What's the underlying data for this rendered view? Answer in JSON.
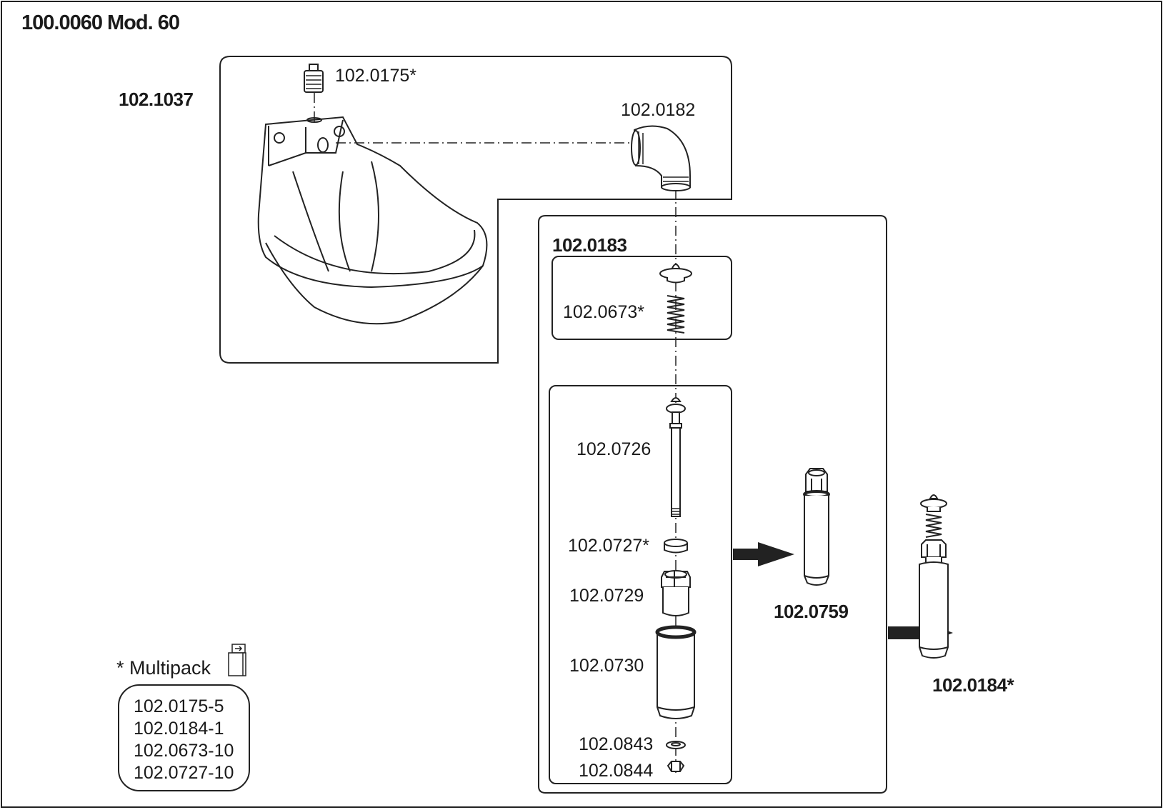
{
  "title": "100.0060 Mod. 60",
  "parts": {
    "bowl": "102.1037",
    "plug": "102.0175*",
    "elbow": "102.0182",
    "valve_assembly": "102.0183",
    "valve_spring": "102.0673*",
    "pin": "102.0726",
    "washer": "102.0727*",
    "nut_sleeve": "102.0729",
    "tube": "102.0730",
    "small_washer": "102.0843",
    "small_nut": "102.0844",
    "tube_assembly": "102.0759",
    "complete_valve": "102.0184*"
  },
  "multipack": {
    "heading": "* Multipack",
    "icon": "package-icon",
    "items": [
      "102.0175-5",
      "102.0184-1",
      "102.0673-10",
      "102.0727-10"
    ]
  }
}
